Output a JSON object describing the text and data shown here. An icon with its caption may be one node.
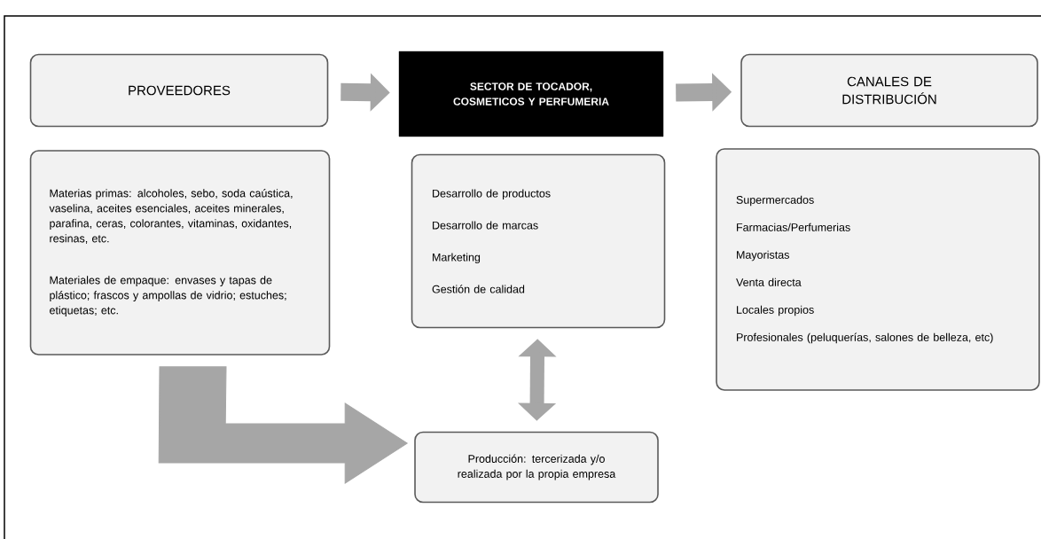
{
  "diagram": {
    "nodes": [
      {
        "text": [
          "PROVEEDORES"
        ]
      },
      {
        "text": [
          "SECTOR DE TOCADOR, COSMETICOS Y PERFUMERIA"
        ]
      },
      {
        "text": [
          "CANALES DE DISTRIBUCIÓN"
        ]
      },
      {
        "text": [
          "Materias primas: alcoholes, sebo, soda caústica, vaselina, aceites esenciales, aceites minerales, parafina, ceras, colorantes, vitaminas, oxidantes, resinas, etc.",
          "Materiales de empaque: envases y tapas de plástico; frascos y ampollas de vidrio; estuches; etiquetas; etc."
        ]
      },
      {
        "text": [
          "Desarrollo de productos",
          "Desarrollo de marcas",
          "Marketing",
          "Gestión de calidad"
        ]
      },
      {
        "text": [
          "Supermercados",
          "Farmacias/Perfumerias",
          "Mayoristas",
          "Venta directa",
          "Locales propios",
          "Profesionales (peluquerías, salones de belleza, etc)"
        ]
      },
      {
        "text": [
          "Producción: tercerizada y/o realizada por la propia empresa"
        ]
      }
    ],
    "edges": [
      {
        "from": 0,
        "to": 1,
        "arrow": "to"
      },
      {
        "from": 1,
        "to": 2,
        "arrow": "to"
      },
      {
        "from": 4,
        "to": 6,
        "arrow": "both"
      },
      {
        "from": 3,
        "to": 6,
        "arrow": "to"
      }
    ]
  }
}
